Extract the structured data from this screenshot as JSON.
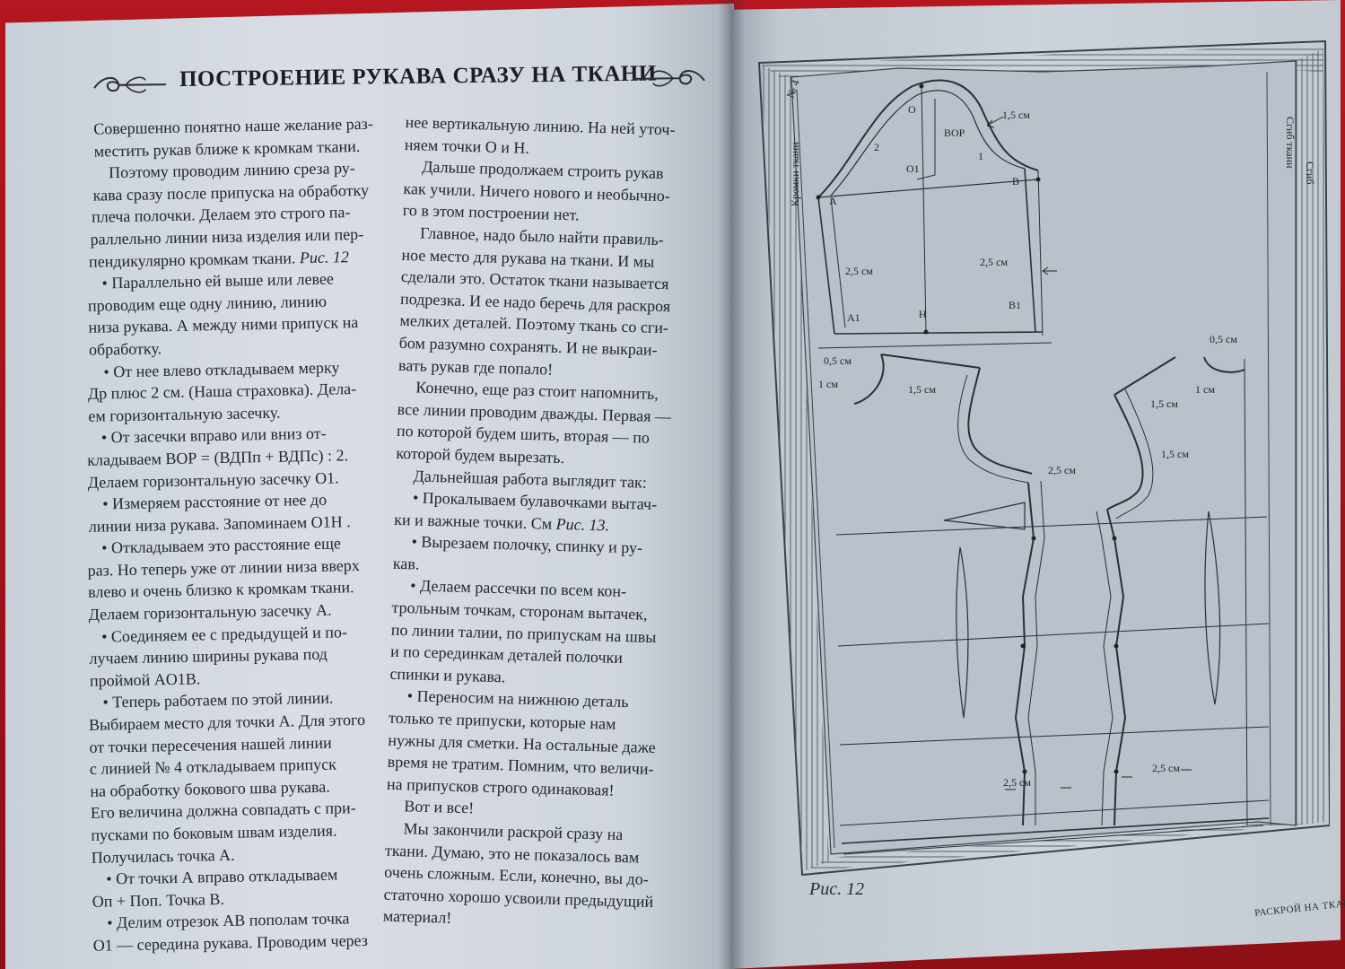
{
  "header": {
    "title": "ПОСТРОЕНИЕ РУКАВА СРАЗУ НА ТКАНИ"
  },
  "left_column": [
    "Совершенно понятно наше желание раз-",
    "местить рукав ближе к кромкам ткани.",
    "Поэтому проводим линию среза ру-",
    "кава сразу после припуска на обработку",
    "плеча полочки. Делаем это строго па-",
    "раллельно линии низа изделия или пер-",
    "пендикулярно кромкам ткани. ",
    "• Параллельно ей выше или левее",
    "проводим еще одну линию, линию",
    "низа рукава. А между ними припуск на",
    "обработку.",
    "• От нее влево откладываем мерку",
    "Др плюс 2 см. (Наша страховка). Дела-",
    "ем горизонтальную засечку.",
    "• От засечки вправо или вниз от-",
    "кладываем ВОР = (ВДПп + ВДПс) : 2.",
    "Делаем горизонтальную засечку O1.",
    "• Измеряем расстояние от нее до",
    "линии низа рукава. Запоминаем O1H .",
    "• Откладываем это расстояние еще",
    "раз. Но теперь уже от линии низа вверх",
    "влево и очень близко к кромкам ткани.",
    "Делаем горизонтальную засечку А.",
    "• Соединяем ее с предыдущей и по-",
    "лучаем линию ширины рукава под",
    "проймой AO1B.",
    "• Теперь работаем по этой линии.",
    "Выбираем место для точки А. Для этого",
    "от точки пересечения нашей линии",
    "с линией № 4 откладываем припуск",
    "на обработку бокового шва рукава.",
    "Его величина должна совпадать с при-",
    "пусками по боковым швам изделия.",
    "Получилась точка А.",
    "• От точки А вправо откладываем",
    "Оп + Поп. Точка В.",
    "• Делим отрезок АВ пополам точка",
    "O1 — середина рукава. Проводим через"
  ],
  "left_ref": "Рис. 12",
  "right_column": [
    "нее вертикальную линию. На ней уточ-",
    "няем точки О и Н.",
    "Дальше продолжаем строить рукав",
    "как учили. Ничего нового и необычно-",
    "го в этом построении нет.",
    "Главное, надо было найти правиль-",
    "ное место для рукава на ткани. И мы",
    "сделали это. Остаток ткани называется",
    "подрезка. И ее надо беречь для раскроя",
    "мелких деталей. Поэтому ткань со сги-",
    "бом разумно сохранять. И не выкраи-",
    "вать рукав где попало!",
    "Конечно, еще раз стоит напомнить,",
    "все линии проводим дважды. Первая —",
    "по которой будем шить, вторая — по",
    "которой будем вырезать.",
    "Дальнейшая работа выглядит так:",
    "• Прокалываем булавочками вытач-",
    "ки и важные точки. См ",
    "• Вырезаем полочку, спинку и ру-",
    "кав.",
    "• Делаем рассечки по всем кон-",
    "трольным точкам, сторонам вытачек,",
    "по линии талии, по припускам на швы",
    "и по серединкам деталей полочки",
    "спинки и рукава.",
    "• Переносим на нижнюю деталь",
    "только те припуски, которые нам",
    "нужны для сметки. На остальные даже",
    "время не тратим. Помним, что величи-",
    "на припусков строго одинаковая!",
    "Вот и все!",
    "Мы закончили раскрой сразу на",
    "ткани. Думаю, это не показалось вам",
    "очень сложным. Если, конечно, вы до-",
    "статочно хорошо усвоили предыдущий",
    "материал!"
  ],
  "right_ref": "Рис. 13.",
  "figure": {
    "labels": {
      "fold": "Сгиб",
      "fold_fabric": "Сгиб ткани",
      "edge": "Кромки ткани",
      "no4": "№ 4",
      "o": "O",
      "o1": "O1",
      "vor": "ВОР",
      "a": "A",
      "b": "B",
      "a1": "A1",
      "h": "H",
      "b1": "B1",
      "n1": "1",
      "n2": "2",
      "m15a": "1,5 см",
      "m25a": "2,5 см",
      "m25b": "2,5 см",
      "m05a": "0,5 см",
      "m1a": "1 см",
      "m15b": "1,5 см",
      "m25c": "2,5 см",
      "m05b": "0,5 см",
      "m1b": "1 см",
      "m15c": "1,5 см",
      "m15d": "1,5 см",
      "m25d": "2,5 см",
      "m25e": "2,5 см"
    },
    "caption": "Рис. 12"
  },
  "footer": "РАСКРОЙ НА ТКАНИ"
}
